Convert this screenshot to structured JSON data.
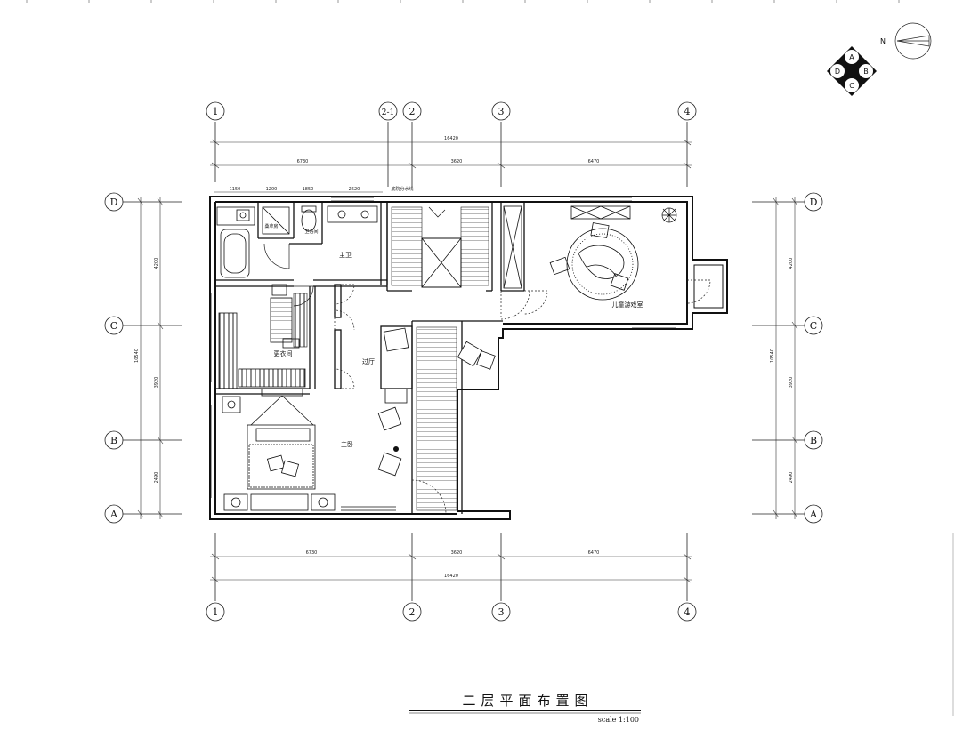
{
  "drawing": {
    "title": "二层平面布置图",
    "scale": "scale 1:100"
  },
  "axes": {
    "columns": {
      "a1": "1",
      "a21": "2-1",
      "a2": "2",
      "a3": "3",
      "a4": "4"
    },
    "rows": {
      "d": "D",
      "c": "C",
      "b": "B",
      "a": "A"
    }
  },
  "dimensions": {
    "top_total": "16420",
    "top_seg1": "6730",
    "top_seg2": "3620",
    "top_seg3": "6470",
    "bottom_total": "16420",
    "bottom_seg1": "6730",
    "bottom_seg2": "3620",
    "bottom_seg3": "6470",
    "left_total": "10540",
    "left_seg1": "4200",
    "left_seg2": "3920",
    "left_seg3": "2490",
    "right_total": "10540",
    "right_seg1": "4200",
    "right_seg2": "3920",
    "right_seg3": "2490",
    "inner_top_1": "1150",
    "inner_top_2": "1200",
    "inner_top_3": "1850",
    "inner_top_4": "2620",
    "inner_note": "底院分水线"
  },
  "rooms": {
    "master_bath": "主卫",
    "steam_room": "桑拿房",
    "wc": "卫浴间",
    "closet": "更衣间",
    "hall": "过厅",
    "master_bedroom": "主卧",
    "kids_playroom": "儿童游戏室"
  },
  "compass": {
    "north": "N",
    "a": "A",
    "b": "B",
    "c": "C",
    "d": "D"
  }
}
